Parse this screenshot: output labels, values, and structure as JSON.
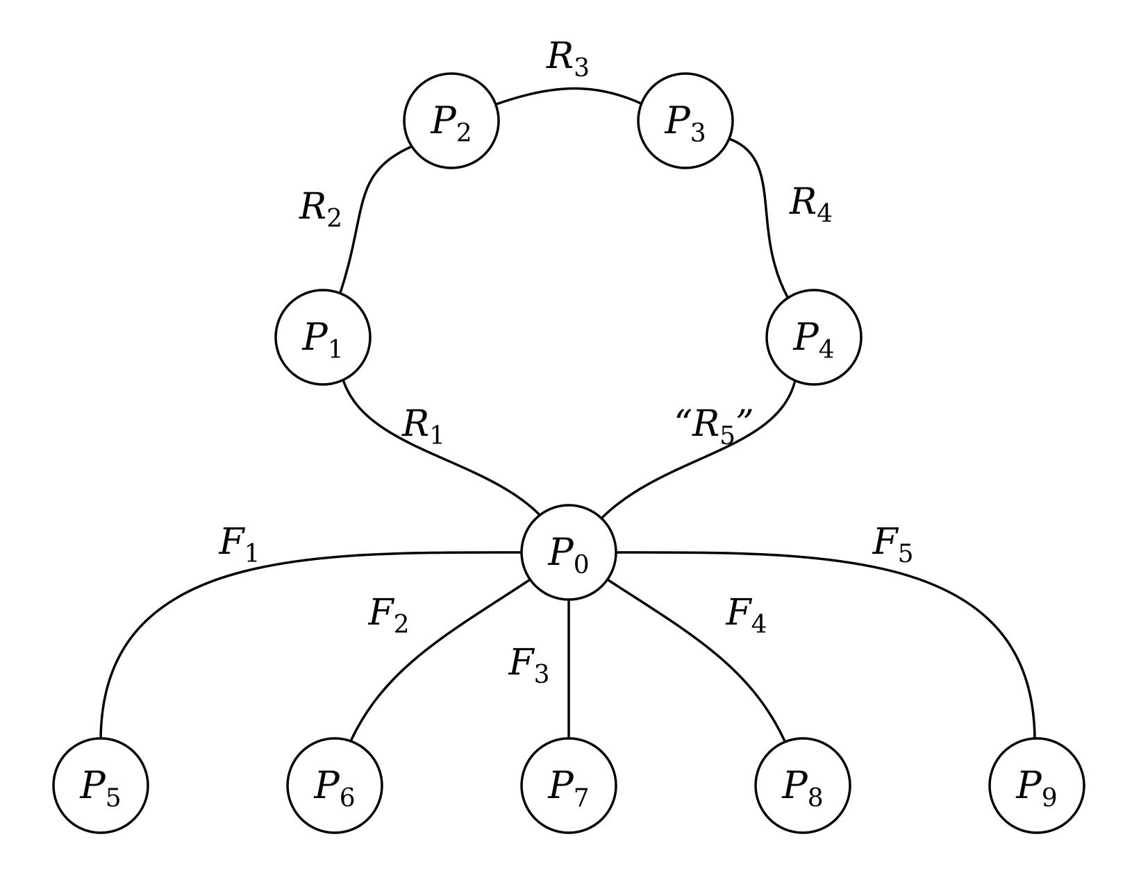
{
  "nodes": [
    {
      "id": "P0",
      "base": "P",
      "sub": "0"
    },
    {
      "id": "P1",
      "base": "P",
      "sub": "1"
    },
    {
      "id": "P2",
      "base": "P",
      "sub": "2"
    },
    {
      "id": "P3",
      "base": "P",
      "sub": "3"
    },
    {
      "id": "P4",
      "base": "P",
      "sub": "4"
    },
    {
      "id": "P5",
      "base": "P",
      "sub": "5"
    },
    {
      "id": "P6",
      "base": "P",
      "sub": "6"
    },
    {
      "id": "P7",
      "base": "P",
      "sub": "7"
    },
    {
      "id": "P8",
      "base": "P",
      "sub": "8"
    },
    {
      "id": "P9",
      "base": "P",
      "sub": "9"
    }
  ],
  "edges": [
    {
      "id": "R1",
      "from": "P0",
      "to": "P1",
      "prefix": "",
      "base": "R",
      "sub": "1",
      "suffix": ""
    },
    {
      "id": "R2",
      "from": "P1",
      "to": "P2",
      "prefix": "",
      "base": "R",
      "sub": "2",
      "suffix": ""
    },
    {
      "id": "R3",
      "from": "P2",
      "to": "P3",
      "prefix": "",
      "base": "R",
      "sub": "3",
      "suffix": ""
    },
    {
      "id": "R4",
      "from": "P3",
      "to": "P4",
      "prefix": "",
      "base": "R",
      "sub": "4",
      "suffix": ""
    },
    {
      "id": "R5",
      "from": "P4",
      "to": "P0",
      "prefix": "“",
      "base": "R",
      "sub": "5",
      "suffix": "”"
    },
    {
      "id": "F1",
      "from": "P0",
      "to": "P5",
      "prefix": "",
      "base": "F",
      "sub": "1",
      "suffix": ""
    },
    {
      "id": "F2",
      "from": "P0",
      "to": "P6",
      "prefix": "",
      "base": "F",
      "sub": "2",
      "suffix": ""
    },
    {
      "id": "F3",
      "from": "P0",
      "to": "P7",
      "prefix": "",
      "base": "F",
      "sub": "3",
      "suffix": ""
    },
    {
      "id": "F4",
      "from": "P0",
      "to": "P8",
      "prefix": "",
      "base": "F",
      "sub": "4",
      "suffix": ""
    },
    {
      "id": "F5",
      "from": "P0",
      "to": "P9",
      "prefix": "",
      "base": "F",
      "sub": "5",
      "suffix": ""
    }
  ]
}
